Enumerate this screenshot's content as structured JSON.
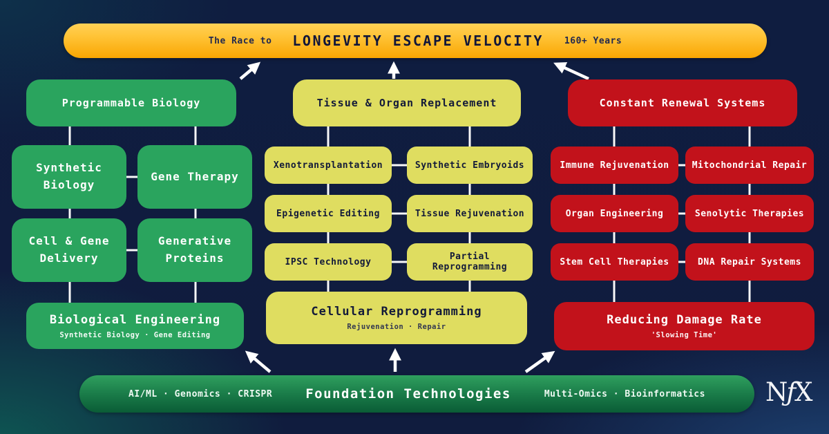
{
  "top_banner": {
    "prefix": "The Race to",
    "title": "LONGEVITY ESCAPE VELOCITY",
    "suffix": "160+ Years"
  },
  "columns": [
    {
      "header": "Programmable Biology",
      "cells": [
        [
          "Synthetic Biology",
          "Gene Therapy"
        ],
        [
          "Cell & Gene Delivery",
          "Generative Proteins"
        ]
      ],
      "footer_title": "Biological Engineering",
      "footer_subtitle": "Synthetic Biology · Gene Editing"
    },
    {
      "header": "Tissue & Organ Replacement",
      "cells": [
        [
          "Xenotransplantation",
          "Synthetic Embryoids"
        ],
        [
          "Epigenetic Editing",
          "Tissue Rejuvenation"
        ],
        [
          "IPSC Technology",
          "Partial Reprogramming"
        ]
      ],
      "footer_title": "Cellular Reprogramming",
      "footer_subtitle": "Rejuvenation · Repair"
    },
    {
      "header": "Constant Renewal Systems",
      "cells": [
        [
          "Immune Rejuvenation",
          "Mitochondrial Repair"
        ],
        [
          "Organ Engineering",
          "Senolytic Therapies"
        ],
        [
          "Stem Cell Therapies",
          "DNA Repair Systems"
        ]
      ],
      "footer_title": "Reducing Damage Rate",
      "footer_subtitle": "'Slowing Time'"
    }
  ],
  "bottom_banner": {
    "left": "AI/ML · Genomics · CRISPR",
    "title": "Foundation Technologies",
    "right": "Multi-Omics · Bioinformatics"
  },
  "logo": {
    "n": "N",
    "f": "ƒ",
    "x": "X"
  },
  "colors": {
    "background_navy": "#101c3e",
    "green": "#2aa45e",
    "yellow": "#dfdd60",
    "red": "#c2121b",
    "banner_gold_top": "#ffd156",
    "banner_gold_bottom": "#f9a602",
    "banner_green_top": "#2f9f5e",
    "banner_green_bottom": "#0a5c36",
    "connector_white": "#ffffff"
  }
}
